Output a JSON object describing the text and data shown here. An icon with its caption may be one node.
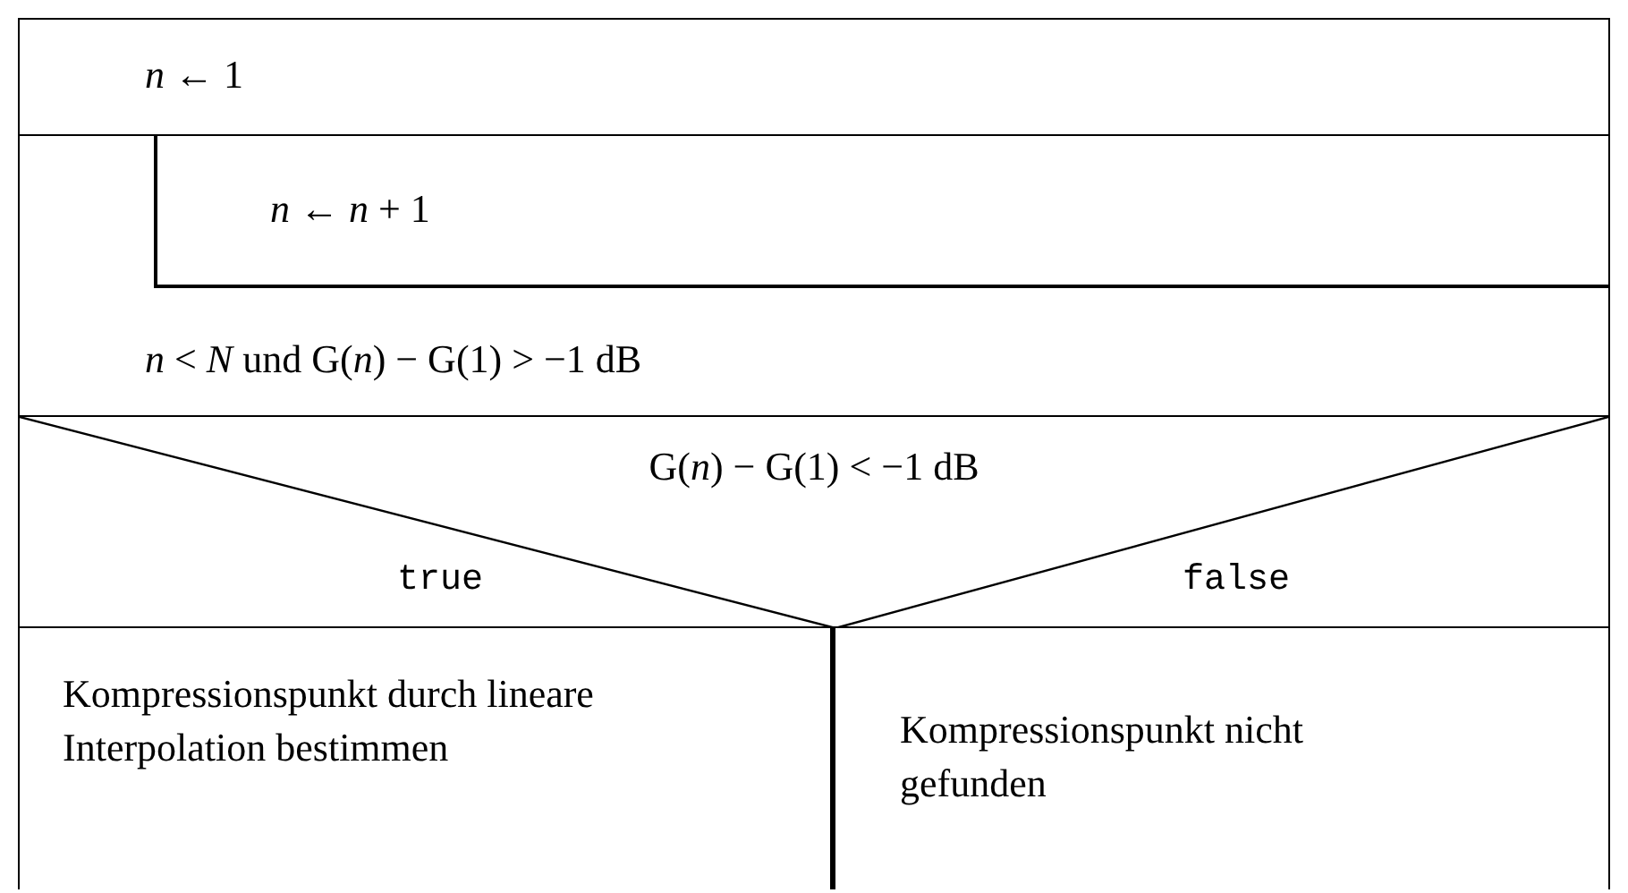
{
  "diagram": {
    "nodes": [
      {
        "text": [
          "*n* ← 1"
        ]
      },
      {
        "text": [
          "*n* < *N* und G(*n*) − G(1) > −1 dB"
        ]
      },
      {
        "text": [
          "*n* ← *n* + 1"
        ],
        "in": 1
      },
      {
        "text": [
          "G(*n*) − G(1) < −1 dB",
          "true",
          "false"
        ]
      },
      {
        "text": [
          "Kompressionspunkt durch lineare Interpolation bestimmen"
        ]
      },
      {
        "text": [
          "Kompressionspunkt nicht gefunden"
        ]
      }
    ]
  }
}
